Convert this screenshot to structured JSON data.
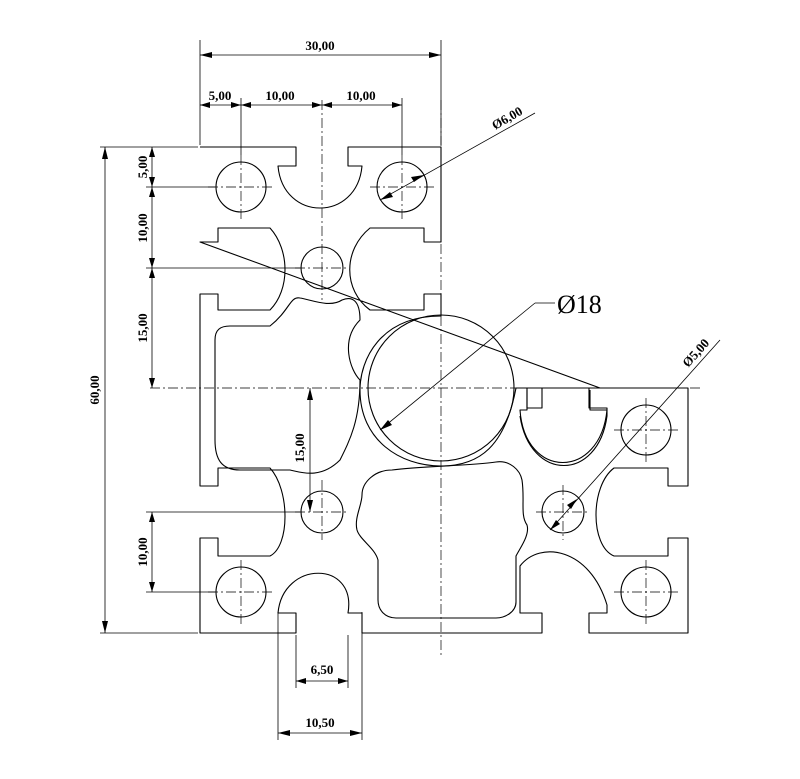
{
  "dimensions": {
    "overall_width": "30,00",
    "offset_5": "5,00",
    "spacing_10_a": "10,00",
    "spacing_10_b": "10,00",
    "hole_dia_6": "Ø6,00",
    "height_5": "5,00",
    "height_10_top": "10,00",
    "height_15": "15,00",
    "overall_height": "60,00",
    "center_dia": "Ø18",
    "height_15_inner": "15,00",
    "hole_dia_5": "Ø5,00",
    "height_10_bottom": "10,00",
    "slot_6_5": "6,50",
    "slot_10_5": "10,50"
  }
}
